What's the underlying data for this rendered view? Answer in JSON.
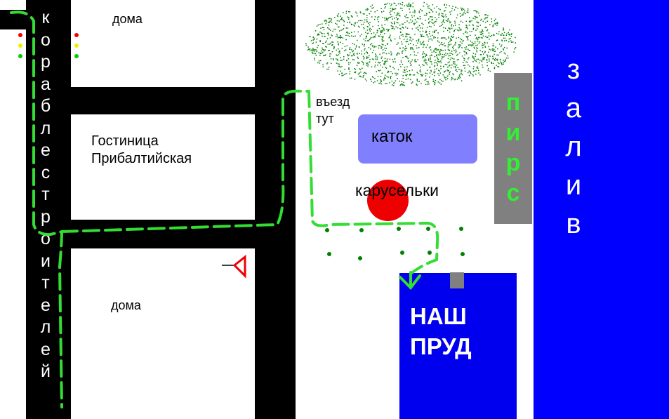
{
  "labels": {
    "street": "кораблестроителей",
    "houses_top": "дома",
    "houses_bottom": "дома",
    "hotel_line1": "Гостиница",
    "hotel_line2": "Прибалтийская",
    "entrance_line1": "въезд",
    "entrance_line2": "тут",
    "rink": "каток",
    "carousel": "карусельки",
    "pier": "пирс",
    "bay": "залив",
    "pond_line1": "НАШ",
    "pond_line2": "ПРУД"
  },
  "colors": {
    "road": "#000000",
    "route": "#33dd33",
    "rink": "#8080ff",
    "carousel": "#ee0000",
    "pier": "#808080",
    "pier_text": "#33ee33",
    "bay": "#0000ff",
    "pond": "#0000ee",
    "trees": "#008000",
    "sign": "#ee0000"
  },
  "icons": {
    "traffic_light": "traffic-light-icon",
    "sign": "warning-triangle-icon",
    "arrow": "route-arrow-icon",
    "trees": "trees-icon"
  }
}
